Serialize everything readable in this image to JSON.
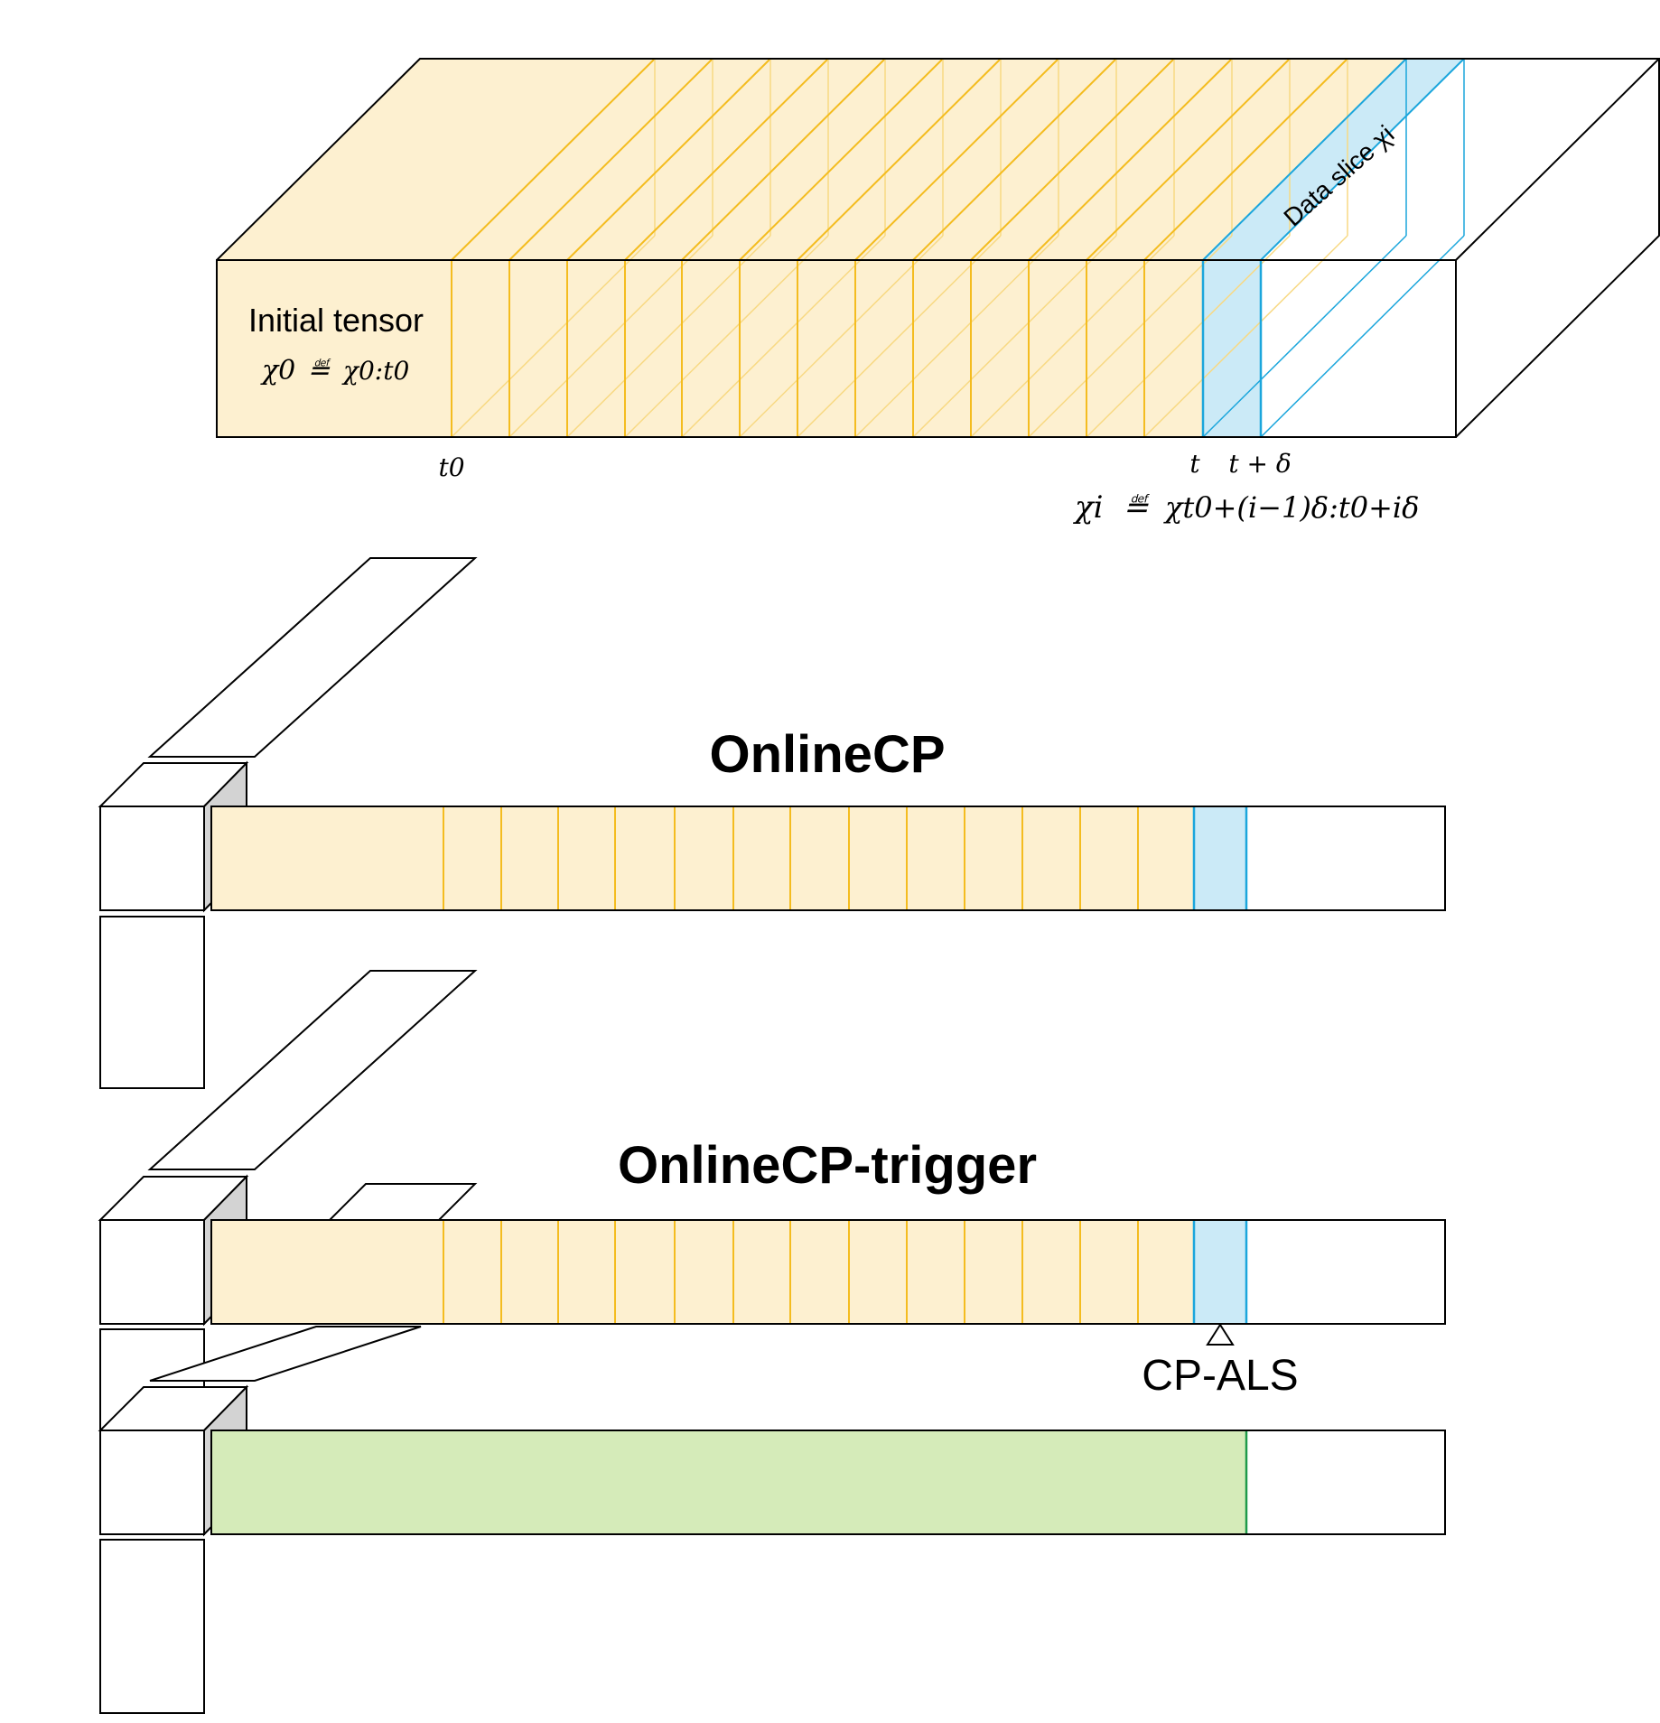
{
  "colors": {
    "yellow_fill": "#fdf0d0",
    "yellow_line": "#f4bc1f",
    "yellow_light_line": "#f8d983",
    "blue_fill": "#cbeaf7",
    "blue_line": "#1ba6dc",
    "green_fill": "#d5ebb9",
    "green_line": "#1f9a4a",
    "gray_side": "#d3d3d3",
    "stroke": "#000000"
  },
  "top_tensor": {
    "initial_label": "Initial tensor",
    "initial_formula_lhs": "χ0",
    "def_symbol": "≝",
    "initial_formula_rhs": "χ0:t0",
    "data_slice_label": "Data slice χi",
    "tick_t0": "t0",
    "tick_t": "t",
    "tick_t_delta": "t + δ",
    "slice_formula_lhs": "χi",
    "slice_formula_rhs": "χt0+(i−1)δ:t0+iδ"
  },
  "onlinecp": {
    "title": "OnlineCP"
  },
  "onlinecp_trigger": {
    "title": "OnlineCP-trigger",
    "cp_als_label": "CP-ALS"
  }
}
